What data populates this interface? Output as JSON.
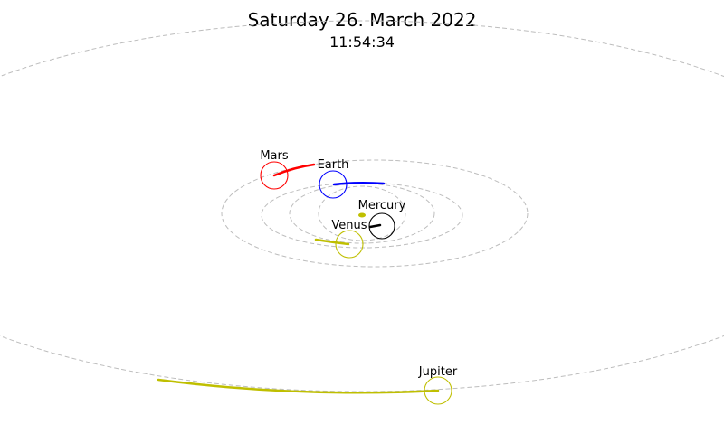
{
  "header": {
    "date": "Saturday 26. March 2022",
    "time": "11:54:34"
  },
  "planets": [
    {
      "name": "Mercury",
      "color": "#000000"
    },
    {
      "name": "Venus",
      "color": "#bfbf00"
    },
    {
      "name": "Earth",
      "color": "#0000ff"
    },
    {
      "name": "Mars",
      "color": "#ff0000"
    },
    {
      "name": "Jupiter",
      "color": "#bfbf00"
    }
  ],
  "sun": {
    "color": "#bfbf00"
  }
}
